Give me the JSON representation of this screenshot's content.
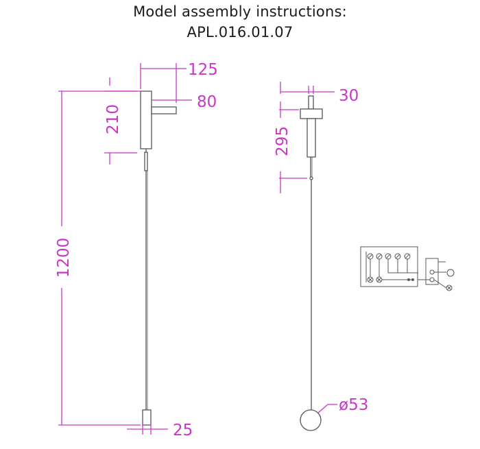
{
  "title": {
    "line1": "Model assembly instructions:",
    "line2": "APL.016.01.07"
  },
  "dimensions": {
    "width_top": "125",
    "arm_length": "80",
    "body_height": "210",
    "total_height": "1200",
    "tip_width": "25",
    "canopy_width": "30",
    "pendant_height": "295",
    "ball_diameter": "ø53"
  },
  "colors": {
    "dimension": "#c837c8",
    "drawing": "#555555"
  }
}
